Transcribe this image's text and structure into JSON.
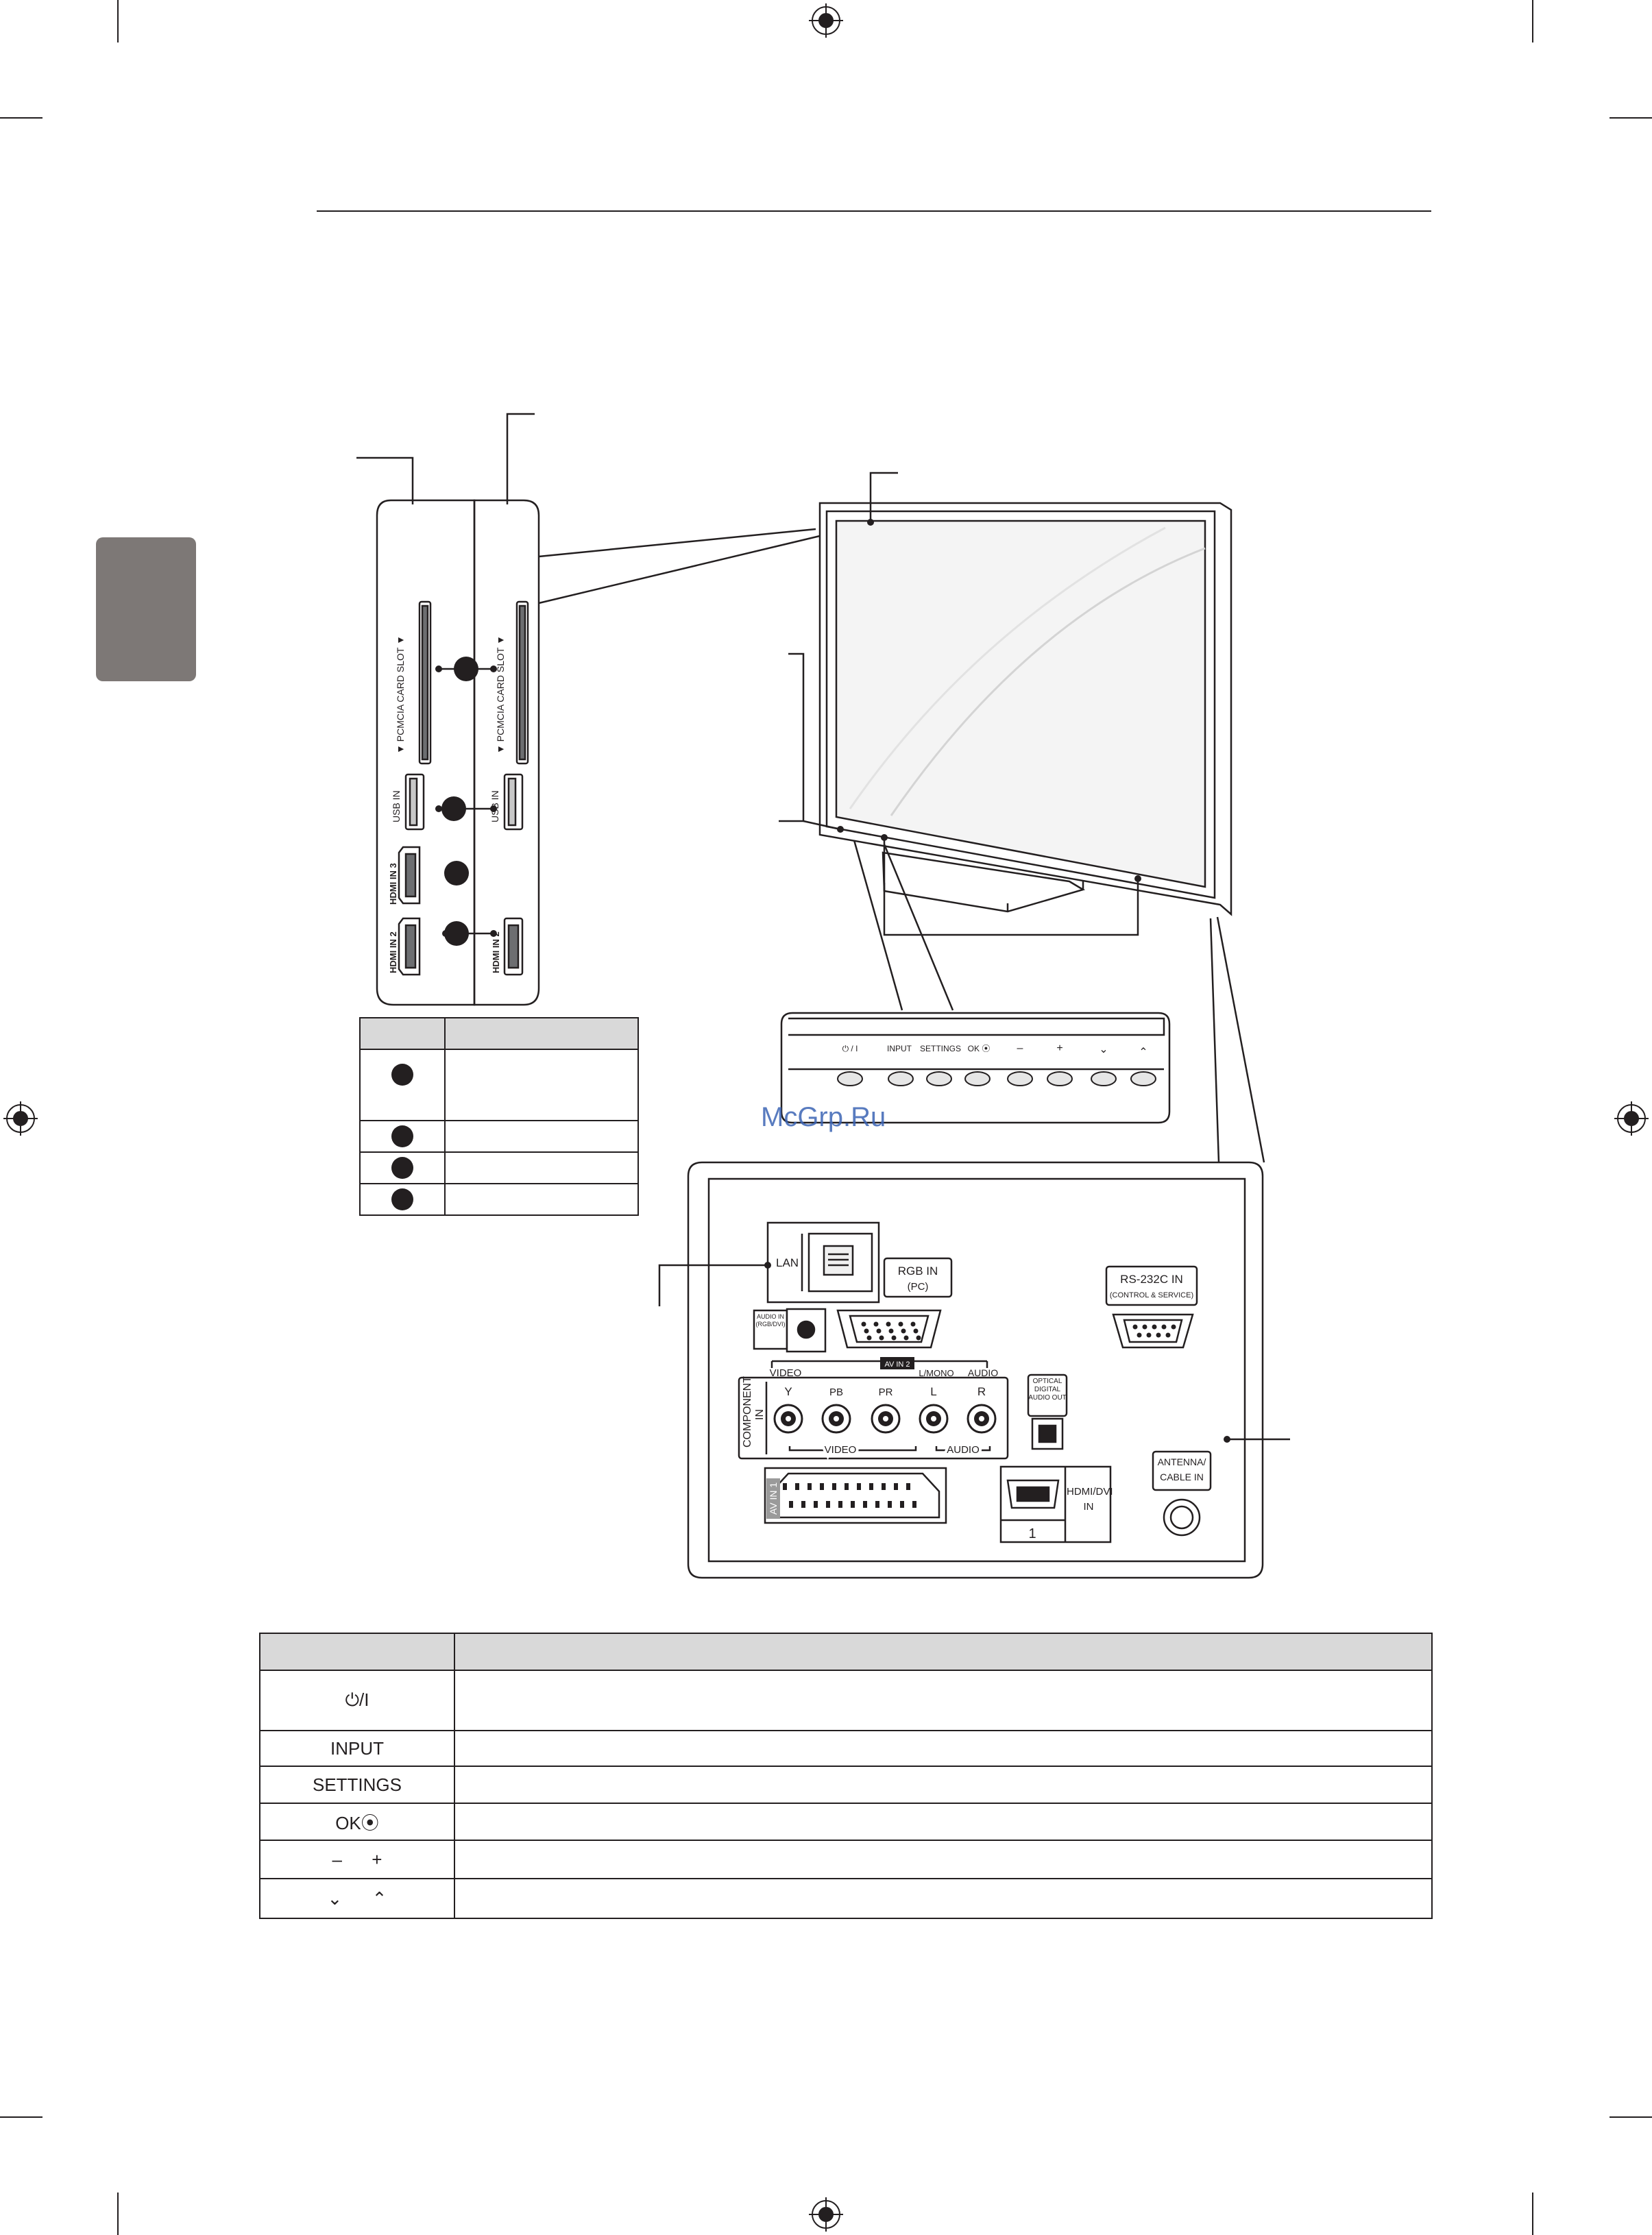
{
  "watermark": "McGrp.Ru",
  "side_panel": {
    "pcmcia_label": "▼ PCMCIA CARD SLOT ▼",
    "usb_label": "USB IN",
    "hdmi3_label": "HDMI IN 3",
    "hdmi2_label": "HDMI IN 2"
  },
  "front_buttons": [
    "⏻ / I",
    "INPUT",
    "SETTINGS",
    "OK ⦿",
    "–",
    "+",
    "⌄",
    "⌃"
  ],
  "rear_panel": {
    "lan": "LAN",
    "rgb_in": "RGB IN",
    "rgb_in_sub": "(PC)",
    "rs232c": "RS-232C IN",
    "rs232c_sub": "(CONTROL & SERVICE)",
    "audio_in_rgb": "AUDIO IN (RGB/DVI)",
    "av_in_2": "AV IN 2",
    "video": "VIDEO",
    "l_mono": "L/MONO",
    "audio": "AUDIO",
    "component_in": "COMPONENT IN",
    "y": "Y",
    "pb": "PB",
    "pr": "PR",
    "l": "L",
    "r": "R",
    "video_sub": "VIDEO",
    "audio_sub": "AUDIO",
    "optical": "OPTICAL DIGITAL AUDIO OUT",
    "av_in_1": "AV IN 1",
    "hdmi_dvi": "HDMI/DVI IN",
    "hdmi_num": "1",
    "antenna": "ANTENNA/ CABLE IN"
  },
  "button_table": {
    "rows": [
      {
        "symbol": "⏻/I"
      },
      {
        "symbol": "INPUT"
      },
      {
        "symbol": "SETTINGS"
      },
      {
        "symbol": "OK⦿"
      },
      {
        "symbol": "–      +"
      },
      {
        "symbol": "⌄      ⌃"
      }
    ]
  }
}
